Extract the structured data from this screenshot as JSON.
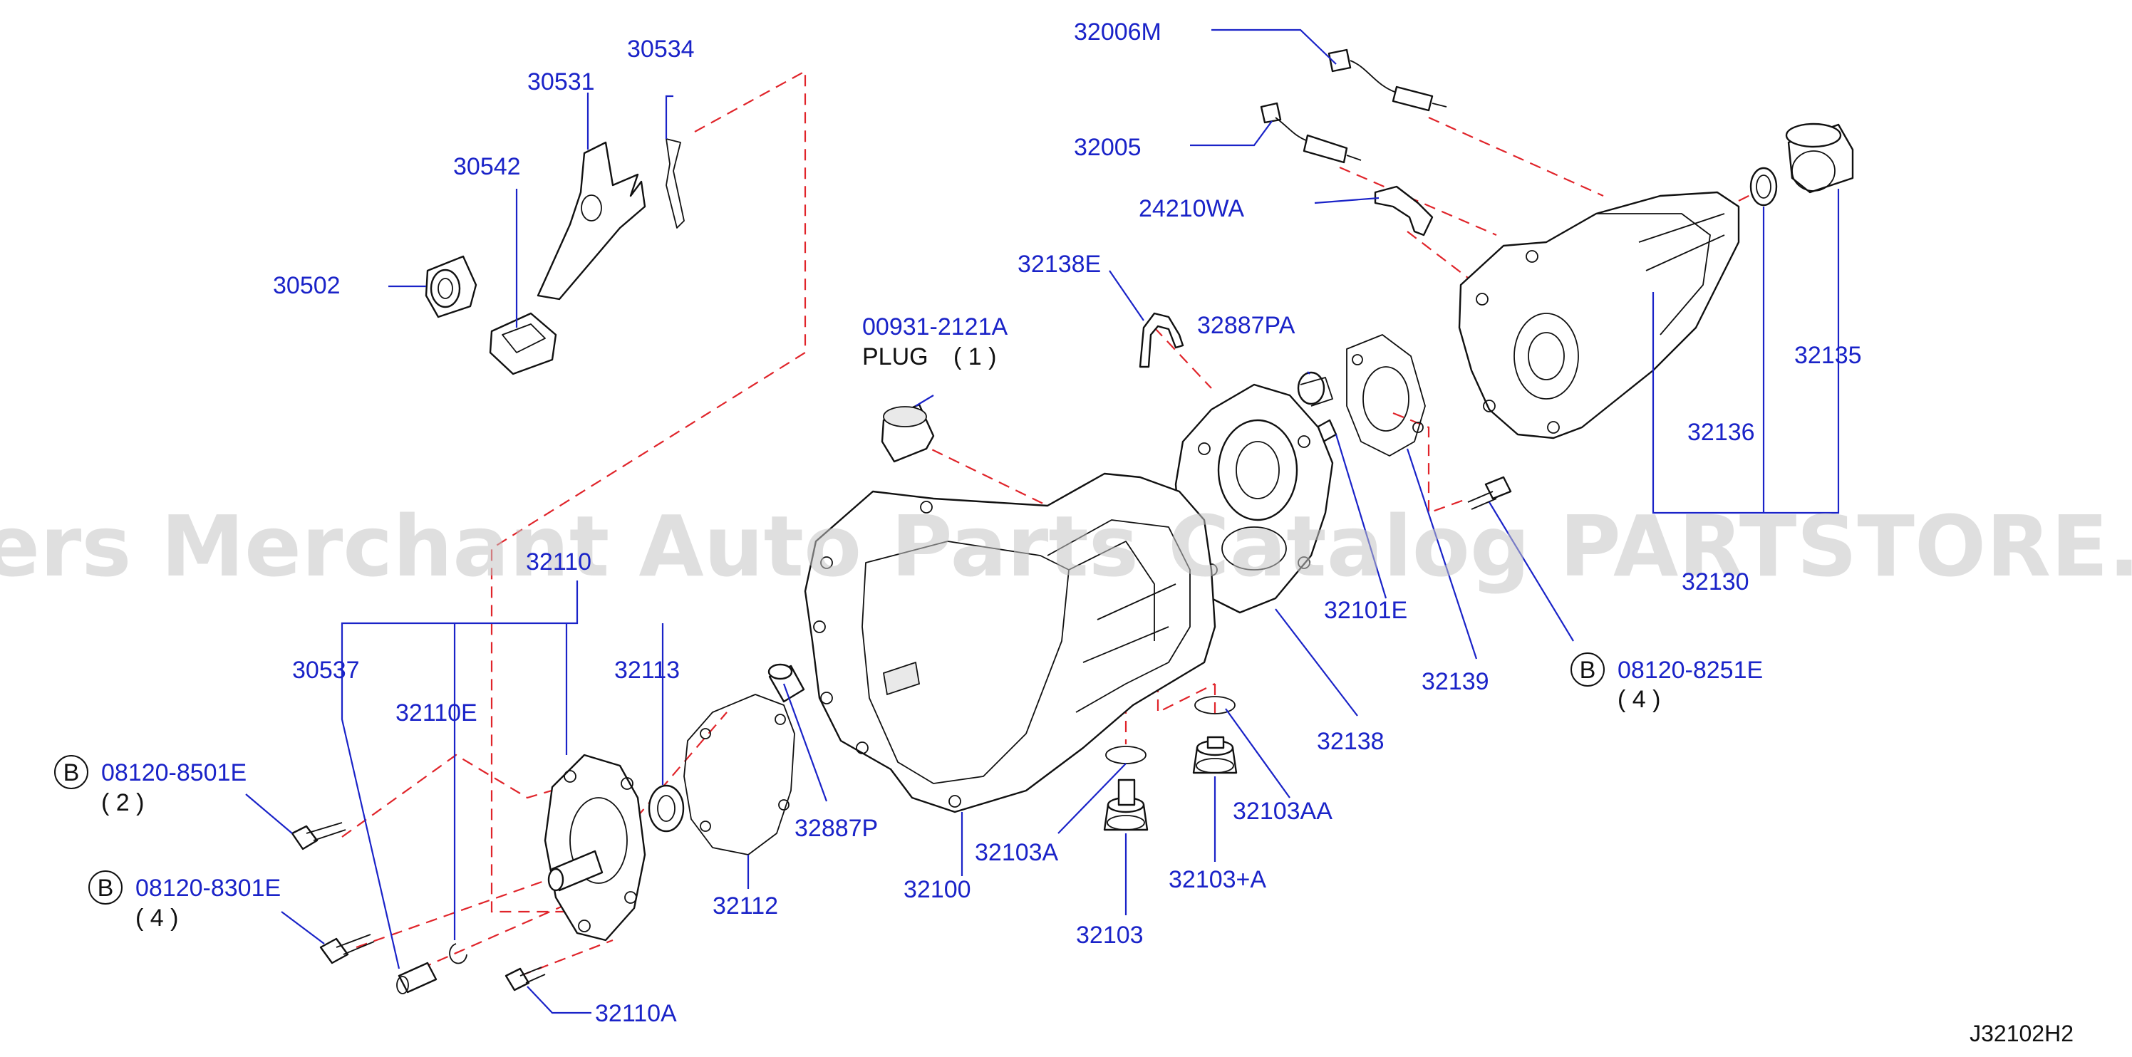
{
  "colors": {
    "label": "#1a23c8",
    "leader": "#1a23c8",
    "dashed_line": "#e0242a",
    "watermark": "#c4c4c4"
  },
  "watermark": "Offers Merchant Auto Parts Catalog PARTSTORE.SA",
  "diagram_code": "J32102H2",
  "bolt_marker": "B",
  "parts": {
    "p30534": "30534",
    "p30531": "30531",
    "p30542": "30542",
    "p30502": "30502",
    "p32006M": "32006M",
    "p32005": "32005",
    "p24210WA": "24210WA",
    "p32138E": "32138E",
    "p32887PA": "32887PA",
    "p00931": "00931-2121A",
    "plug": "PLUG",
    "plug_qty": "( 1 )",
    "p32135": "32135",
    "p32136": "32136",
    "p32130": "32130",
    "p32101E": "32101E",
    "p32139": "32139",
    "p08120_8251E": "08120-8251E",
    "qty_8251E": "( 4 )",
    "p32138": "32138",
    "p32103AA": "32103AA",
    "p32103plusA": "32103+A",
    "p32103A": "32103A",
    "p32103": "32103",
    "p32100": "32100",
    "p32887P": "32887P",
    "p32112": "32112",
    "p32110A": "32110A",
    "p32110": "32110",
    "p30537": "30537",
    "p32110E": "32110E",
    "p32113": "32113",
    "p08120_8501E": "08120-8501E",
    "qty_8501E": "( 2 )",
    "p08120_8301E": "08120-8301E",
    "qty_8301E": "( 4 )"
  }
}
